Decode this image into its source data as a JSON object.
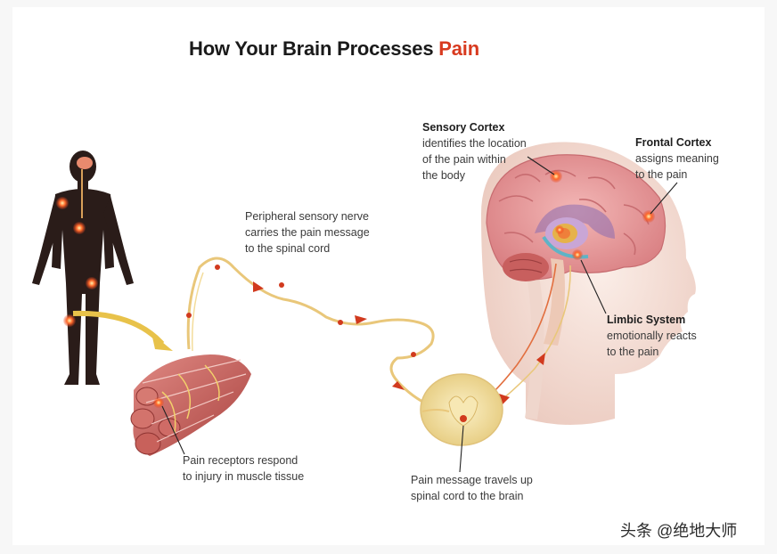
{
  "title": {
    "main": "How Your Brain Processes ",
    "accent": "Pain"
  },
  "labels": {
    "sensory_cortex": {
      "heading": "Sensory Cortex",
      "lines": [
        "identifies the location",
        "of the pain within",
        "the body"
      ]
    },
    "frontal_cortex": {
      "heading": "Frontal Cortex",
      "lines": [
        "assigns meaning",
        "to the pain"
      ]
    },
    "peripheral_nerve": {
      "lines": [
        "Peripheral sensory nerve",
        "carries the pain message",
        "to the spinal cord"
      ]
    },
    "limbic_system": {
      "heading": "Limbic System",
      "lines": [
        "emotionally reacts",
        "to the pain"
      ]
    },
    "pain_receptors": {
      "lines": [
        "Pain receptors respond",
        "to injury in muscle tissue"
      ]
    },
    "spinal_message": {
      "lines": [
        "Pain message travels up",
        "spinal cord to the brain"
      ]
    }
  },
  "watermark": "头条 @绝地大师",
  "colors": {
    "accent": "#d83a1f",
    "body_silhouette": "#2a1c19",
    "pain_dot": "#e4431f",
    "nerve": "#e9c77a",
    "muscle": "#c9605c",
    "brain": "#e79a9c",
    "head_skin": "#f3dcd3",
    "arrow": "#d13a1e"
  }
}
